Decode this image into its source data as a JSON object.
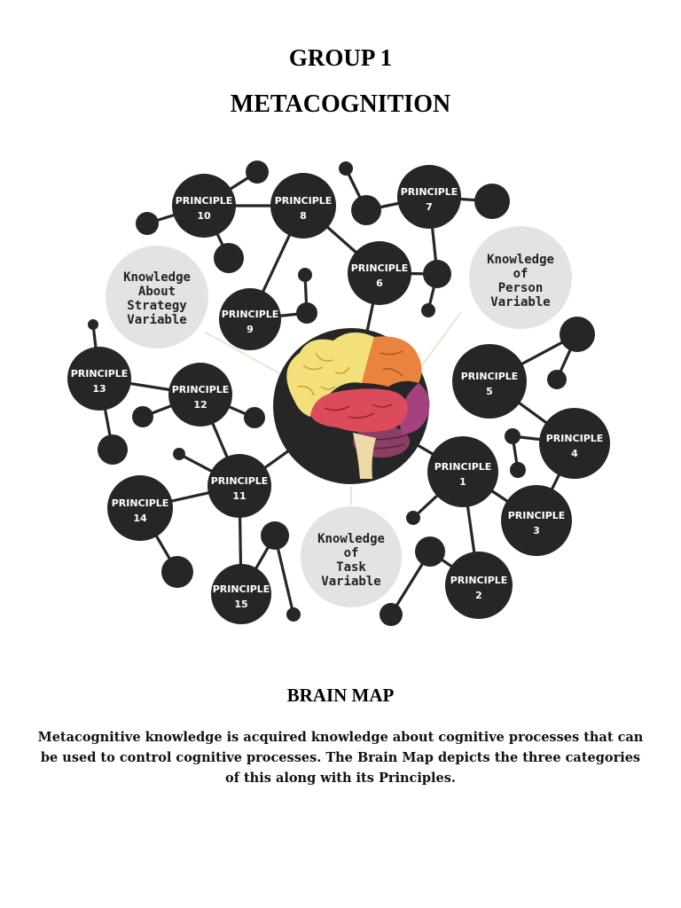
{
  "header": {
    "group": "GROUP 1",
    "topic": "METACOGNITION"
  },
  "diagram": {
    "center": "brain-illustration",
    "principle_word": "PRINCIPLE",
    "principles": [
      "1",
      "2",
      "3",
      "4",
      "5",
      "6",
      "7",
      "8",
      "9",
      "10",
      "11",
      "12",
      "13",
      "14",
      "15"
    ],
    "knowledge": {
      "strategy": [
        "Knowledge",
        "About",
        "Strategy",
        "Variable"
      ],
      "person": [
        "Knowledge",
        "of",
        "Person",
        "Variable"
      ],
      "task": [
        "Knowledge",
        "of",
        "Task",
        "Variable"
      ]
    },
    "colors": {
      "node": "#262626",
      "knowledge_bubble": "#e3e3e3",
      "brain_frontal": "#f3e07a",
      "brain_parietal": "#e9833e",
      "brain_temporal": "#dc4b5b",
      "brain_occipital": "#a3427c",
      "brain_cerebellum": "#8c3f66",
      "brain_stem": "#eed9a9"
    }
  },
  "footer": {
    "heading": "BRAIN MAP",
    "description": "Metacognitive knowledge is acquired knowledge about cognitive processes that can be used to control cognitive processes. The Brain Map depicts the three categories of this along with its Principles."
  }
}
